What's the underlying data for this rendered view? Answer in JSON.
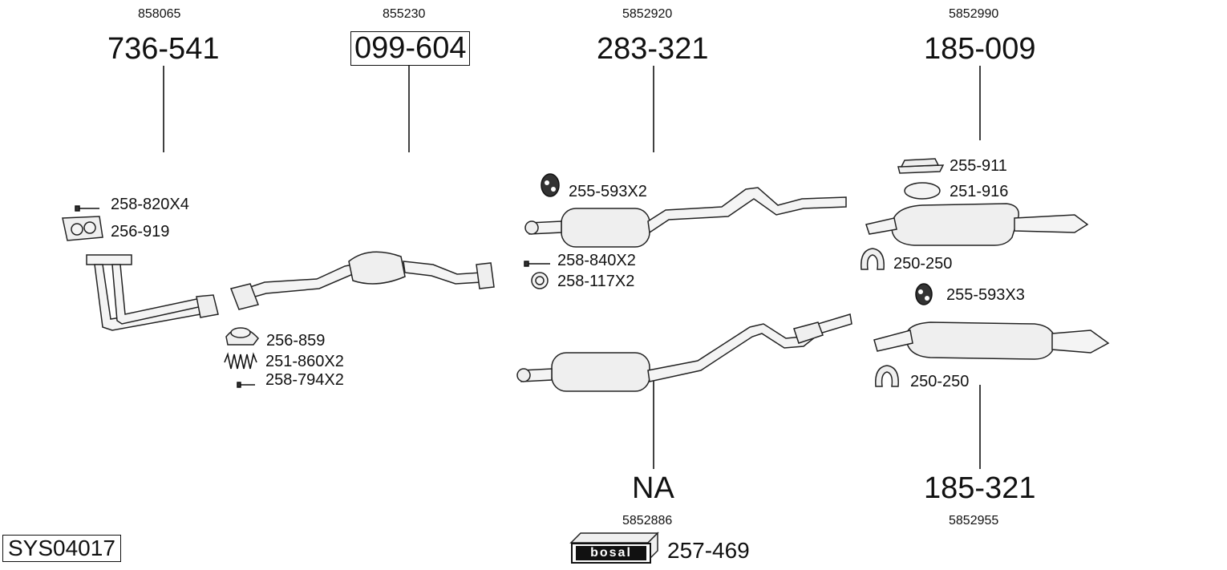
{
  "groups": [
    {
      "ref": "858065",
      "part": "736-541"
    },
    {
      "ref": "855230",
      "part": "099-604"
    },
    {
      "ref": "5852920",
      "part": "283-321"
    },
    {
      "ref": "5852990",
      "part": "185-009"
    },
    {
      "ref": "5852886",
      "part": "NA"
    },
    {
      "ref": "5852955",
      "part": "185-321"
    }
  ],
  "accessories": {
    "a1": "258-820X4",
    "a2": "256-919",
    "a3": "256-859",
    "a4": "251-860X2",
    "a5": "258-794X2",
    "a6": "255-593X2",
    "a7": "258-840X2",
    "a8": "258-117X2",
    "a9": "255-911",
    "a10": "251-916",
    "a11": "250-250",
    "a12": "255-593X3",
    "a13": "250-250"
  },
  "footer": {
    "system_id": "SYS04017",
    "brand": "bosal",
    "kit_part": "257-469"
  }
}
